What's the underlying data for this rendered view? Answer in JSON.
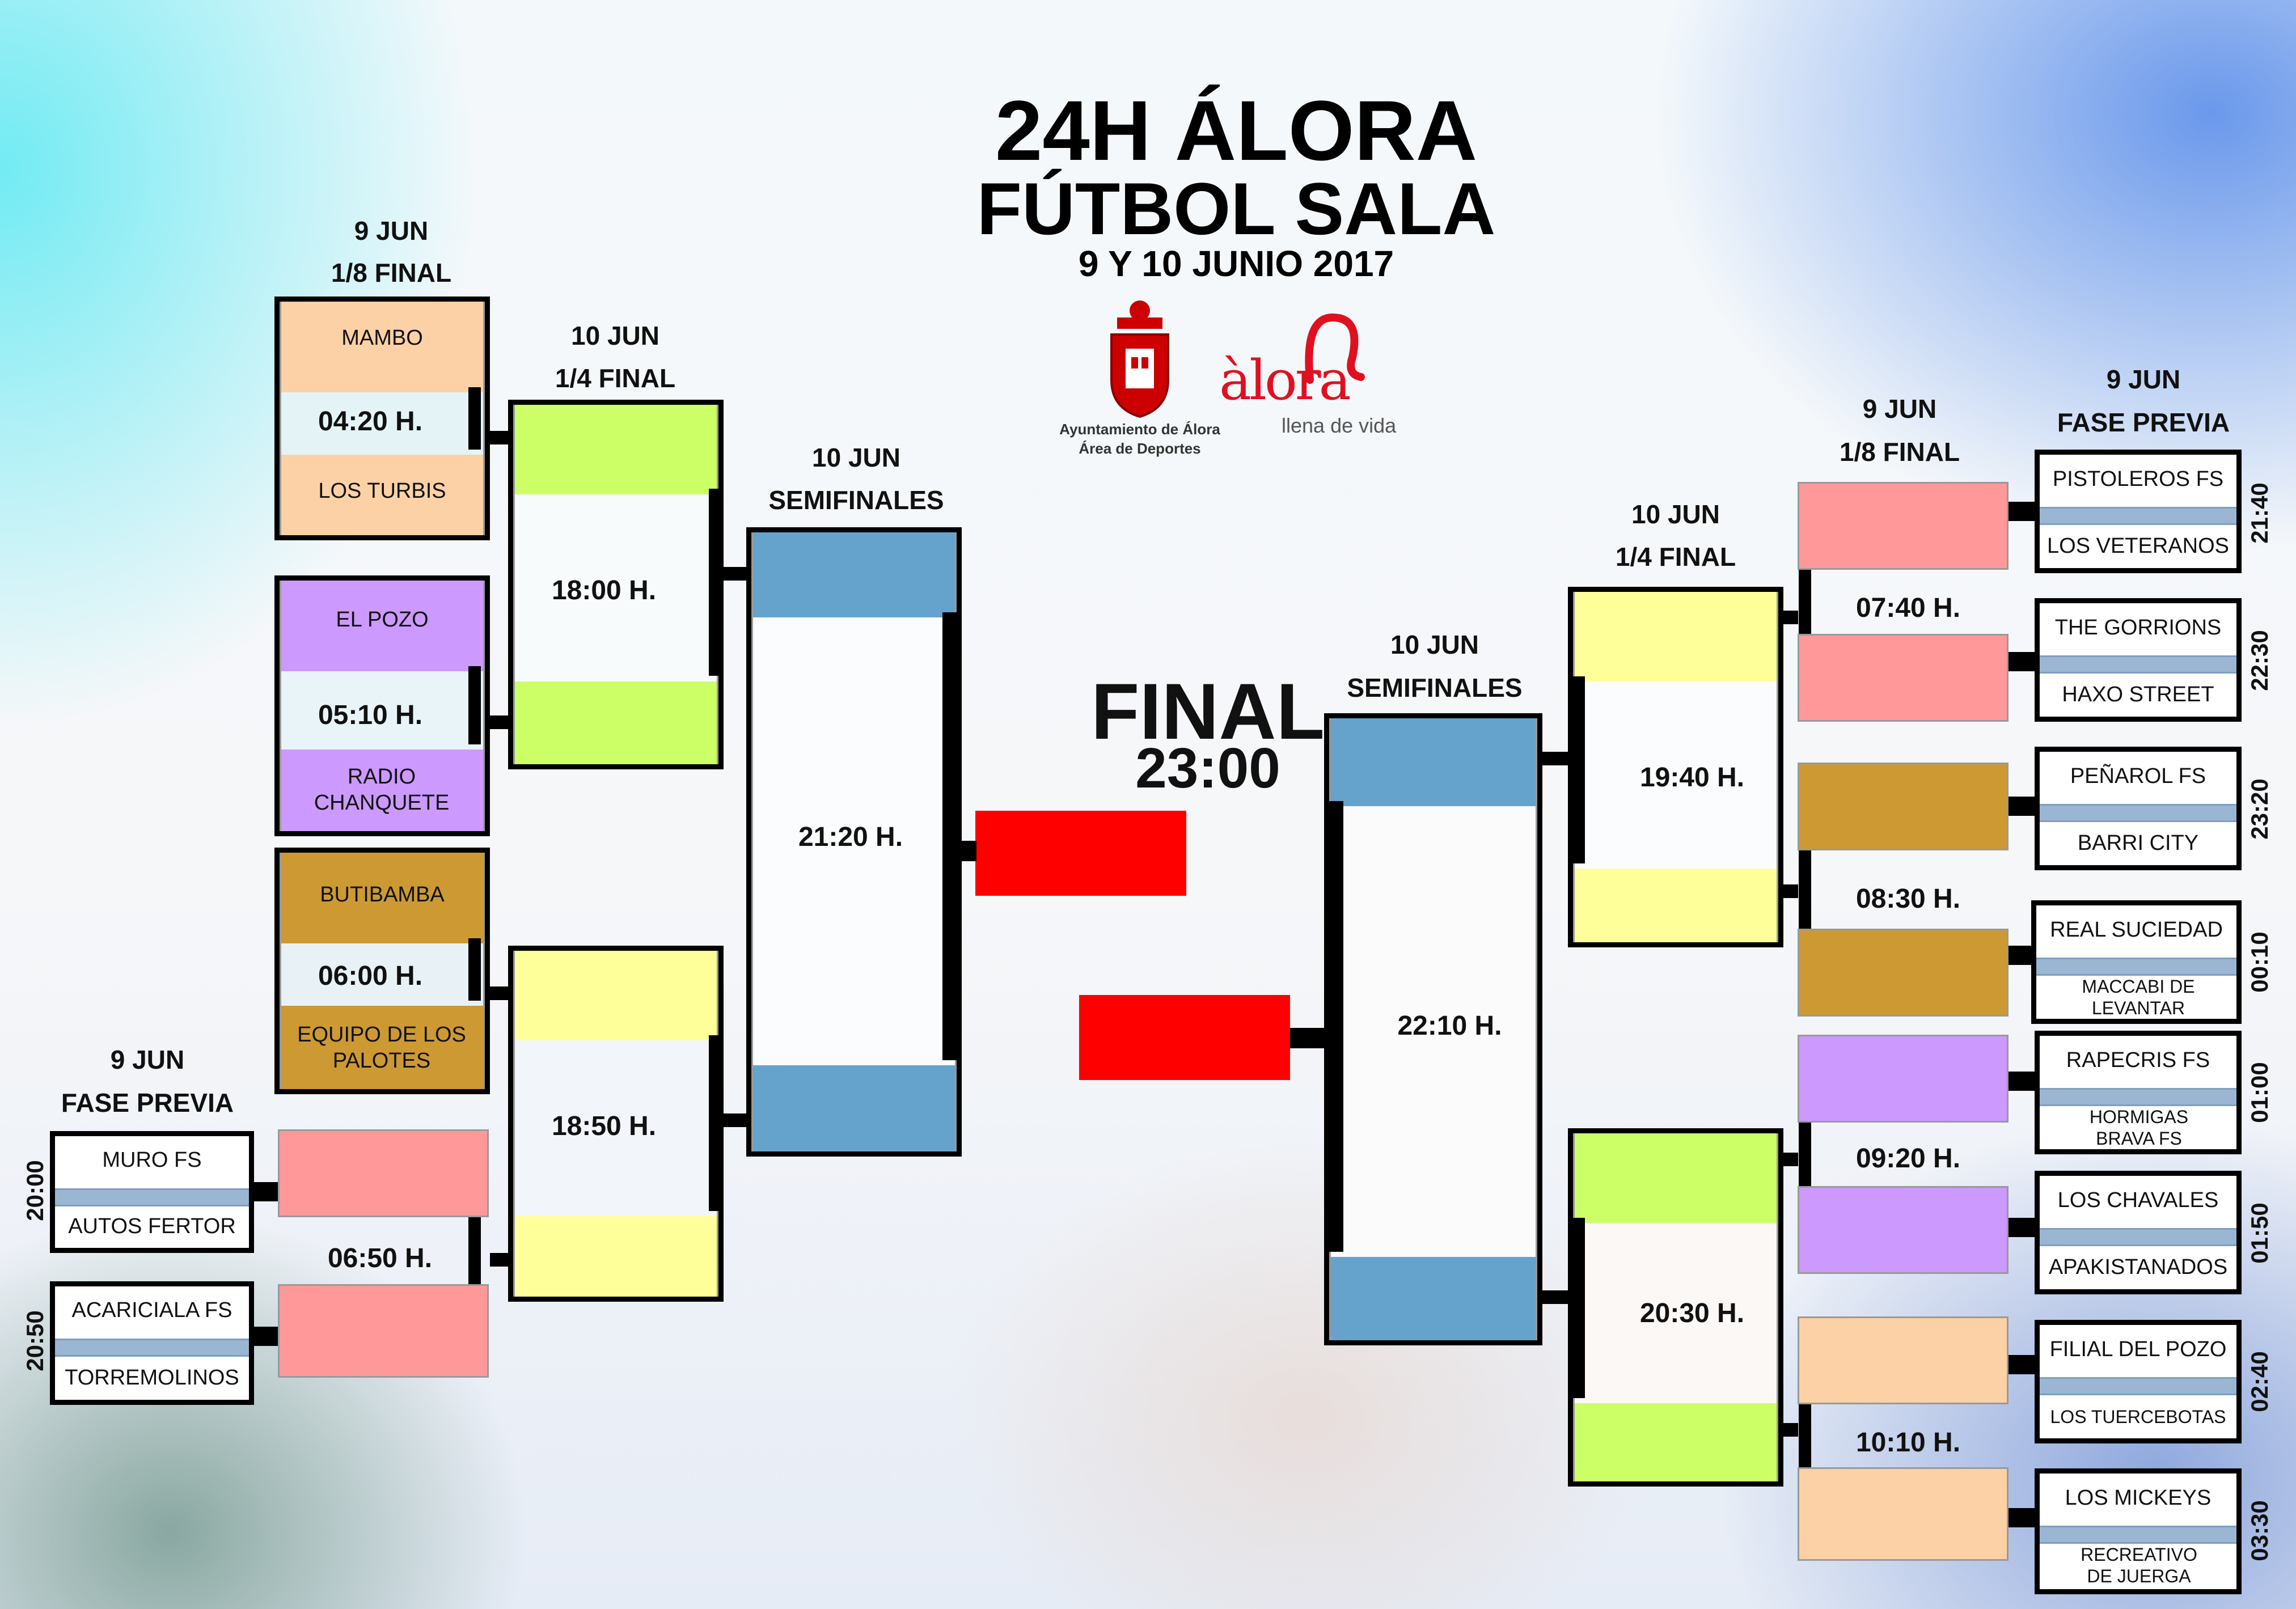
{
  "title": {
    "line1": "24H ÁLORA",
    "line2": "FÚTBOL SALA",
    "dates": "9 Y 10 JUNIO 2017"
  },
  "logos": {
    "council_line1": "Ayuntamiento de Álora",
    "council_line2": "Área de Deportes",
    "brand": "àlora",
    "brand_tagline": "llena de vida"
  },
  "final": {
    "label": "FINAL",
    "time": "23:00"
  },
  "headers": {
    "l_r16_day": "9 JUN",
    "l_r16_round": "1/8 FINAL",
    "l_qf_day": "10 JUN",
    "l_qf_round": "1/4 FINAL",
    "l_sf_day": "10 JUN",
    "l_sf_round": "SEMIFINALES",
    "l_pre_day": "9 JUN",
    "l_pre_round": "FASE PREVIA",
    "r_sf_day": "10 JUN",
    "r_sf_round": "SEMIFINALES",
    "r_qf_day": "10 JUN",
    "r_qf_round": "1/4 FINAL",
    "r_r16_day": "9 JUN",
    "r_r16_round": "1/8 FINAL",
    "r_pre_day": "9 JUN",
    "r_pre_round": "FASE PREVIA"
  },
  "left": {
    "r16": [
      {
        "home": "MAMBO",
        "time": "04:20 H.",
        "away": "LOS TURBIS"
      },
      {
        "home": "EL POZO",
        "time": "05:10 H.",
        "away": "RADIO CHANQUETE"
      },
      {
        "home": "BUTIBAMBA",
        "time": "06:00 H.",
        "away": "EQUIPO DE LOS PALOTES"
      },
      {
        "time": "06:50 H."
      }
    ],
    "qf": [
      {
        "time": "18:00 H."
      },
      {
        "time": "18:50 H."
      }
    ],
    "sf": {
      "time": "21:20 H."
    },
    "pre": [
      {
        "time": "20:00",
        "home": "MURO FS",
        "away": "AUTOS FERTOR"
      },
      {
        "time": "20:50",
        "home": "ACARICIALA FS",
        "away": "TORREMOLINOS"
      }
    ]
  },
  "right": {
    "sf": {
      "time": "22:10 H."
    },
    "qf": [
      {
        "time": "19:40 H."
      },
      {
        "time": "20:30 H."
      }
    ],
    "r16": [
      {
        "time": "07:40 H."
      },
      {
        "time": "08:30 H."
      },
      {
        "time": "09:20 H."
      },
      {
        "time": "10:10 H."
      }
    ],
    "pre": [
      {
        "time": "21:40",
        "home": "PISTOLEROS FS",
        "away": "LOS VETERANOS"
      },
      {
        "time": "22:30",
        "home": "THE GORRIONS",
        "away": "HAXO STREET"
      },
      {
        "time": "23:20",
        "home": "PEÑAROL FS",
        "away": "BARRI CITY"
      },
      {
        "time": "00:10",
        "home": "REAL SUCIEDAD",
        "away": "MACCABI DE LEVANTAR"
      },
      {
        "time": "01:00",
        "home": "RAPECRIS FS",
        "away": "HORMIGAS BRAVA FS"
      },
      {
        "time": "01:50",
        "home": "LOS CHAVALES",
        "away": "APAKISTANADOS"
      },
      {
        "time": "02:40",
        "home": "FILIAL DEL POZO",
        "away": "LOS TUERCEBOTAS"
      },
      {
        "time": "03:30",
        "home": "LOS MICKEYS",
        "away": "RECREATIVO DE JUERGA"
      }
    ]
  },
  "colors": {
    "orange": "#fcd1a5",
    "lilac": "#cc99ff",
    "gold": "#cc9933",
    "pink": "#ff9999",
    "lime": "#ccff66",
    "yellow": "#ffff99",
    "blue": "#66a3cc",
    "red": "#ff0000"
  }
}
